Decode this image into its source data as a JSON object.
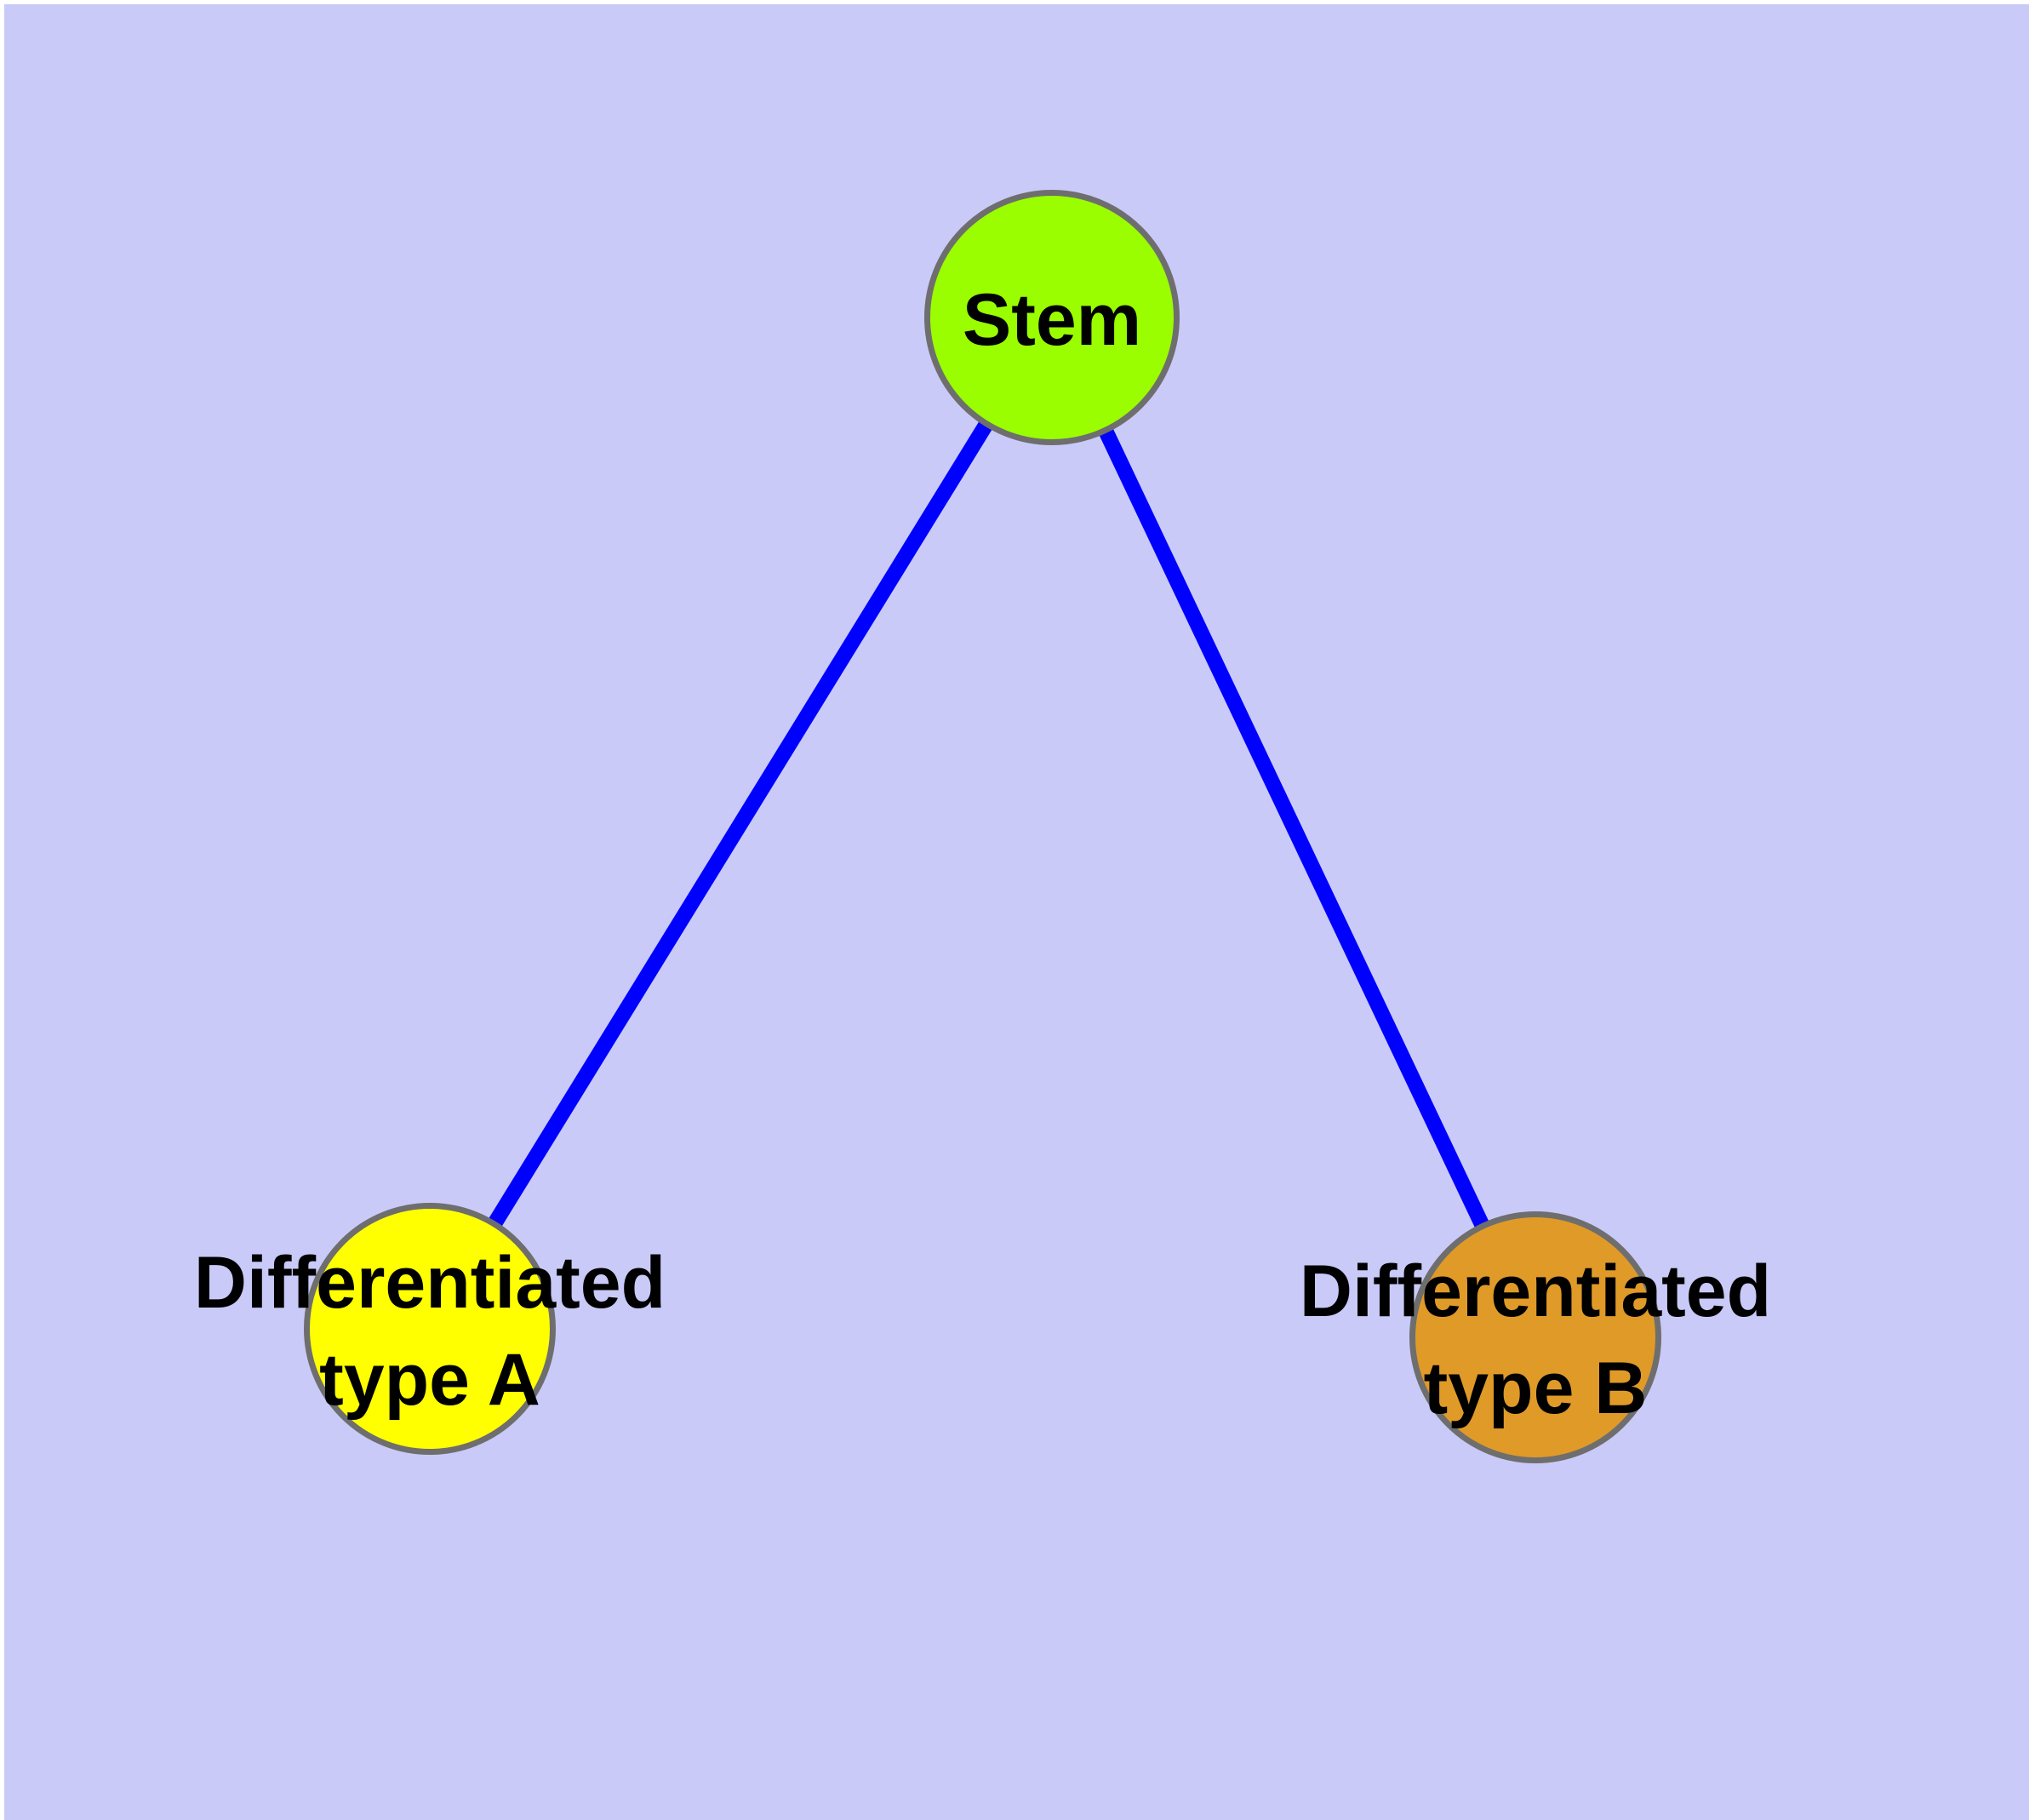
{
  "diagram": {
    "type": "graph",
    "background_color": "#CACAF8",
    "frame_edge_color": "#FFFFFF",
    "edge_color": "#0000FF",
    "node_border_color": "#6E6E6E",
    "text_color": "#000000",
    "nodes": [
      {
        "id": "stem",
        "label": "Stem",
        "fill": "#9AFE01"
      },
      {
        "id": "differentiated-type-a",
        "label": "Differentiated type A",
        "label_lines": [
          "Differentiated",
          "type A"
        ],
        "fill": "#FFFF00"
      },
      {
        "id": "differentiated-type-b",
        "label": "Differentiated type B",
        "label_lines": [
          "Differentiated",
          "type B"
        ],
        "fill": "#E09A28"
      }
    ],
    "edges": [
      {
        "from": "stem",
        "to": "differentiated-type-a"
      },
      {
        "from": "stem",
        "to": "differentiated-type-b"
      }
    ]
  }
}
